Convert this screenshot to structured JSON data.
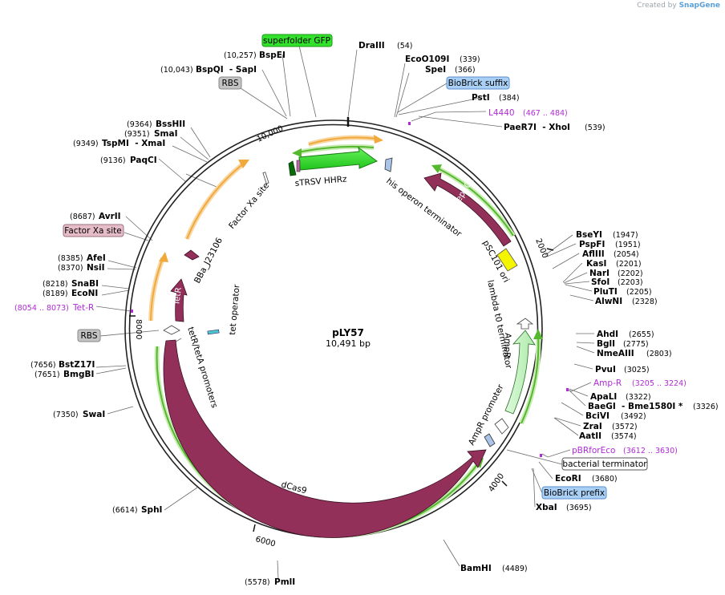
{
  "credit": {
    "prefix": "Created by",
    "brand": "SnapGene"
  },
  "plasmid": {
    "name": "pLY57",
    "length_label": "10,491 bp",
    "length": 10491
  },
  "ticks": [
    {
      "label": "10,000",
      "pos": 10000
    },
    {
      "label": "2000",
      "pos": 2000
    },
    {
      "label": "4000",
      "pos": 4000
    },
    {
      "label": "6000",
      "pos": 6000
    },
    {
      "label": "8000",
      "pos": 8000
    }
  ],
  "sites": [
    {
      "name": "DraIII",
      "pos": "(54)"
    },
    {
      "name": "EcoO109I",
      "pos": "(339)"
    },
    {
      "name": "SpeI",
      "pos": "(366)"
    },
    {
      "name": "PstI",
      "pos": "(384)"
    },
    {
      "name": "PaeR7I  - XhoI",
      "pos": "(539)"
    },
    {
      "name": "BseYI",
      "pos": "(1947)"
    },
    {
      "name": "PspFI",
      "pos": "(1951)"
    },
    {
      "name": "AflIII",
      "pos": "(2054)"
    },
    {
      "name": "KasI",
      "pos": "(2201)"
    },
    {
      "name": "NarI",
      "pos": "(2202)"
    },
    {
      "name": "SfoI",
      "pos": "(2203)"
    },
    {
      "name": "PluTI",
      "pos": "(2205)"
    },
    {
      "name": "AlwNI",
      "pos": "(2328)"
    },
    {
      "name": "AhdI",
      "pos": "(2655)"
    },
    {
      "name": "BglI",
      "pos": "(2775)"
    },
    {
      "name": "NmeAIII",
      "pos": "(2803)"
    },
    {
      "name": "PvuI",
      "pos": "(3025)"
    },
    {
      "name": "ApaLI",
      "pos": "(3322)"
    },
    {
      "name": "BaeGI  - Bme1580I *",
      "pos": "(3326)"
    },
    {
      "name": "BciVI",
      "pos": "(3492)"
    },
    {
      "name": "ZraI",
      "pos": "(3572)"
    },
    {
      "name": "AatII",
      "pos": "(3574)"
    },
    {
      "name": "EcoRI",
      "pos": "(3680)"
    },
    {
      "name": "XbaI",
      "pos": "(3695)"
    },
    {
      "name": "BamHI",
      "pos": "(4489)"
    },
    {
      "name": "PmlI",
      "pos": "(5578)"
    },
    {
      "name": "SphI",
      "pos": "(6614)"
    },
    {
      "name": "SwaI",
      "pos": "(7350)"
    },
    {
      "name": "BstZ17I",
      "pos": "(7656)"
    },
    {
      "name": "BmgBI",
      "pos": "(7651)"
    },
    {
      "name": "EcoNI",
      "pos": "(8189)"
    },
    {
      "name": "SnaBI",
      "pos": "(8218)"
    },
    {
      "name": "NsiI",
      "pos": "(8370)"
    },
    {
      "name": "AfeI",
      "pos": "(8385)"
    },
    {
      "name": "AvrII",
      "pos": "(8687)"
    },
    {
      "name": "PaqCI",
      "pos": "(9136)"
    },
    {
      "name": "TspMI  - XmaI",
      "pos": "(9349)"
    },
    {
      "name": "SmaI",
      "pos": "(9351)"
    },
    {
      "name": "BssHII",
      "pos": "(9364)"
    },
    {
      "name": "BspQI  - SapI",
      "pos": "(10,043)"
    },
    {
      "name": "BspEI",
      "pos": "(10,257)"
    }
  ],
  "primers": [
    {
      "name": "L4440",
      "pos": "(467 .. 484)"
    },
    {
      "name": "Amp-R",
      "pos": "(3205 .. 3224)"
    },
    {
      "name": "pBRforEco",
      "pos": "(3612 .. 3630)"
    },
    {
      "name": "Tet-R",
      "pos": "(8054 .. 8073)"
    }
  ],
  "boxes": [
    {
      "label": "superfolder GFP",
      "fill": "#33e02c",
      "stroke": "#1a9a16",
      "text": "#000000"
    },
    {
      "label": "BioBrick suffix",
      "fill": "#a9cff5",
      "stroke": "#5a8fd0",
      "text": "#000000"
    },
    {
      "label": "RBS",
      "fill": "#c3c3c3",
      "stroke": "#888888",
      "text": "#000000"
    },
    {
      "label": "Factor Xa site",
      "fill": "#e6bcc9",
      "stroke": "#9a7080",
      "text": "#000000"
    },
    {
      "label": "RBS",
      "fill": "#c3c3c3",
      "stroke": "#888888",
      "text": "#000000"
    },
    {
      "label": "bacterial terminator",
      "fill": "#ffffff",
      "stroke": "#555555",
      "text": "#000000"
    },
    {
      "label": "BioBrick prefix",
      "fill": "#a9cff5",
      "stroke": "#5a8fd0",
      "text": "#000000"
    }
  ],
  "features": [
    {
      "label": "sTRSV HHRz"
    },
    {
      "label": "his operon terminator"
    },
    {
      "label": "Rep101"
    },
    {
      "label": "pSC101 ori"
    },
    {
      "label": "lambda t0 terminator"
    },
    {
      "label": "AmpR"
    },
    {
      "label": "AmpR promoter"
    },
    {
      "label": "dCas9"
    },
    {
      "label": "tetR/tetA promoters"
    },
    {
      "label": "TetR"
    },
    {
      "label": "tet operator"
    },
    {
      "label": "BBa_J23106"
    },
    {
      "label": "Factor Xa site"
    }
  ],
  "colors": {
    "backbone": "#222222",
    "cds": "#93305a",
    "gfp": "#33e02c",
    "ampr": "#c9f5c6",
    "ori": "#f5f500",
    "translation_orange": "#f2a93b",
    "translation_green": "#55b82e",
    "primer": "#b02bd6",
    "terminator": "#a9c4e8"
  }
}
